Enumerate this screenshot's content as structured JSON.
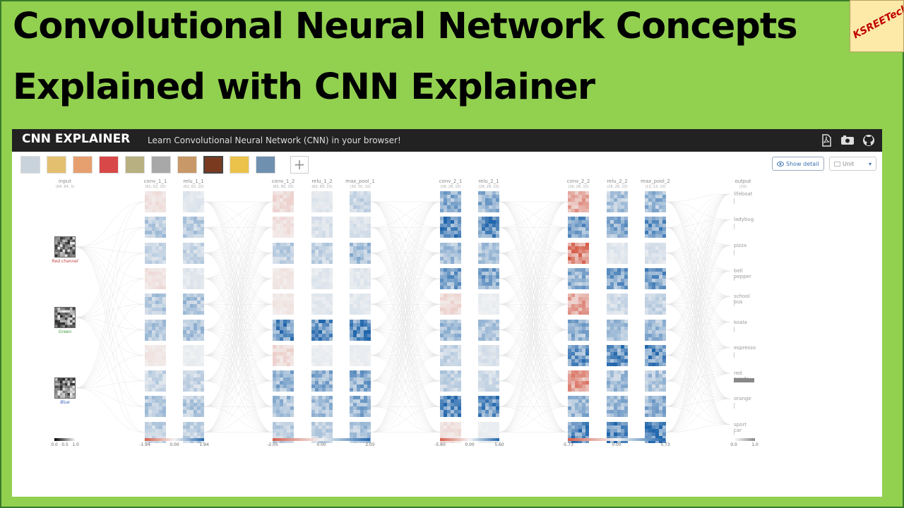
{
  "headline": {
    "line1": "Convolutional Neural Network Concepts",
    "line2": "Explained with CNN Explainer"
  },
  "badge": {
    "text": "KSREETech",
    "color": "#c00000",
    "background": "#fde9a8"
  },
  "app": {
    "brand": "CNN EXPLAINER",
    "tagline": "Learn Convolutional Neural Network (CNN) in your browser!",
    "toolbar_icons": [
      "pdf-icon",
      "video-icon",
      "github-icon"
    ],
    "thumbnails": [
      {
        "name": "lifeboat",
        "color": "#c9d3dc"
      },
      {
        "name": "ladybug",
        "color": "#e3c070"
      },
      {
        "name": "pizza",
        "color": "#e6a070"
      },
      {
        "name": "bell pepper",
        "color": "#d84848"
      },
      {
        "name": "school bus",
        "color": "#b8b080"
      },
      {
        "name": "koala",
        "color": "#a8a8a8"
      },
      {
        "name": "espresso",
        "color": "#c89868"
      },
      {
        "name": "red panda",
        "color": "#7a3a20"
      },
      {
        "name": "orange",
        "color": "#ebc24a"
      },
      {
        "name": "sport car",
        "color": "#7090b0"
      }
    ],
    "selected_thumbnail": 7,
    "add_label": "+",
    "show_detail_label": "Show detail",
    "unit_label": "Unit",
    "accent_color": "#3a70b0"
  },
  "network": {
    "input": {
      "name": "input",
      "dim": "(64, 64, 3)",
      "channels": [
        {
          "label": "Red channel",
          "color": "#c04040"
        },
        {
          "label": "Green",
          "color": "#3a9a3a"
        },
        {
          "label": "Blue",
          "color": "#3a60c0"
        }
      ],
      "scale_labels": [
        "0.0",
        "0.5",
        "1.0"
      ]
    },
    "layers": [
      {
        "name": "conv_1_1",
        "dim": "(62, 62, 10)"
      },
      {
        "name": "relu_1_1",
        "dim": "(62, 62, 10)"
      },
      {
        "name": "conv_1_2",
        "dim": "(60, 60, 10)"
      },
      {
        "name": "relu_1_2",
        "dim": "(60, 60, 10)"
      },
      {
        "name": "max_pool_1",
        "dim": "(30, 30, 10)"
      },
      {
        "name": "conv_2_1",
        "dim": "(28, 28, 10)"
      },
      {
        "name": "relu_2_1",
        "dim": "(28, 28, 10)"
      },
      {
        "name": "conv_2_2",
        "dim": "(26, 26, 10)"
      },
      {
        "name": "relu_2_2",
        "dim": "(26, 26, 10)"
      },
      {
        "name": "max_pool_2",
        "dim": "(13, 13, 10)"
      }
    ],
    "scales": [
      {
        "min": "-1.94",
        "mid": "0.00",
        "max": "1.94"
      },
      {
        "min": "-2.05",
        "mid": "0.00",
        "max": "2.05"
      },
      {
        "min": "-5.60",
        "mid": "0.00",
        "max": "5.60"
      },
      {
        "min": "-5.73",
        "mid": "0.00",
        "max": "5.73"
      }
    ],
    "output": {
      "name": "output",
      "dim": "(10)",
      "classes": [
        "lifeboat",
        "ladybug",
        "pizza",
        "bell pepper",
        "school bus",
        "koala",
        "espresso",
        "red panda",
        "orange",
        "sport car"
      ],
      "probabilities": [
        0.02,
        0.01,
        0.0,
        0.0,
        0.0,
        0.0,
        0.0,
        0.95,
        0.01,
        0.01
      ],
      "scale_labels": [
        "0.0",
        "1.0"
      ]
    },
    "colors": {
      "positive": "#2166ac",
      "negative": "#d6604d",
      "neutral": "#f4f4f4"
    }
  }
}
